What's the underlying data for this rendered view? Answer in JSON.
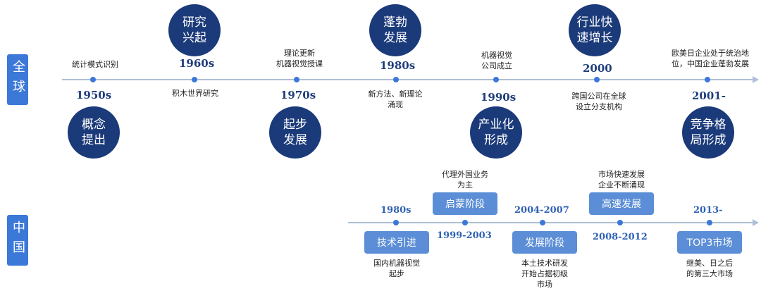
{
  "global": {
    "label": "全球",
    "events": [
      {
        "year": "1950s",
        "stage": "概念\n提出",
        "note": "统计模式识别"
      },
      {
        "year": "1960s",
        "stage": "研究\n兴起",
        "note": "积木世界研究"
      },
      {
        "year": "1970s",
        "stage": "起步\n发展",
        "note": "理论更新\n机器视觉授课"
      },
      {
        "year": "1980s",
        "stage": "蓬勃\n发展",
        "note": "新方法、新理论\n涌现"
      },
      {
        "year": "1990s",
        "stage": "产业化\n形成",
        "note": "机器视觉\n公司成立"
      },
      {
        "year": "2000",
        "stage": "行业快\n速增长",
        "note": "跨国公司在全球\n设立分支机构"
      },
      {
        "year": "2001-",
        "stage": "竞争格\n局形成",
        "note": "欧美日企业处于统治地\n位，中国企业蓬勃发展"
      }
    ]
  },
  "china": {
    "label": "中国",
    "events": [
      {
        "year": "1980s",
        "stage": "技术引进",
        "note": "国内机器视觉\n起步"
      },
      {
        "year": "1999-2003",
        "stage": "启蒙阶段",
        "note": "代理外国业务\n为主"
      },
      {
        "year": "2004-2007",
        "stage": "发展阶段",
        "note": "本土技术研发\n开始占据初级\n市场"
      },
      {
        "year": "2008-2012",
        "stage": "高速发展",
        "note": "市场快速发展\n企业不断涌现"
      },
      {
        "year": "2013-",
        "stage": "TOP3市场",
        "note": "继美、日之后\n的第三大市场"
      }
    ]
  }
}
